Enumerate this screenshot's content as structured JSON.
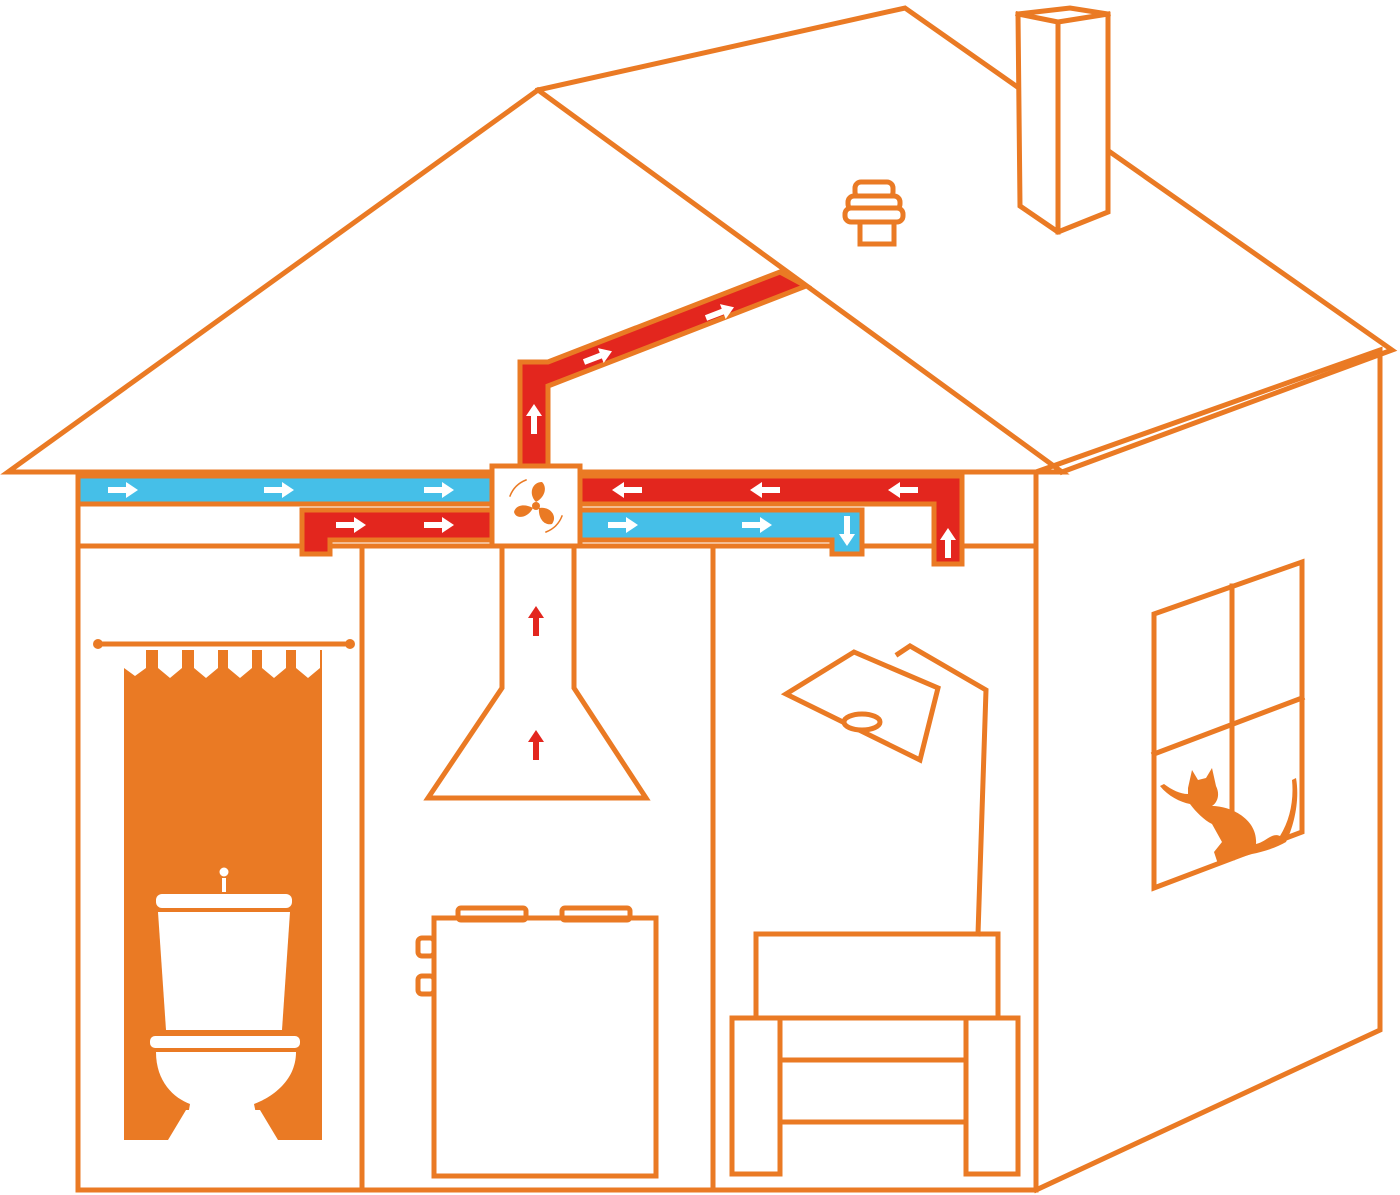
{
  "colors": {
    "outline": "#ea7a24",
    "supply_air": "#45bfe8",
    "exhaust_air": "#e3261e",
    "background": "#ffffff"
  },
  "icons": [
    "house-outline",
    "chimney",
    "roof-vent",
    "fan-unit",
    "kitchen-hood",
    "toilet",
    "shower-curtain",
    "radiator-unit",
    "floor-lamp",
    "armchair",
    "window",
    "cat"
  ]
}
